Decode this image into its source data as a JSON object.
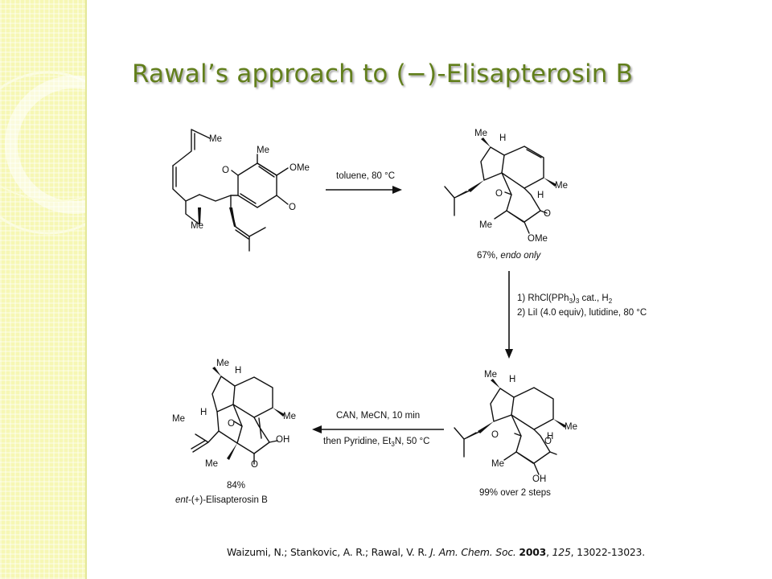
{
  "slide": {
    "title": "Rawal’s approach to (−)-Elisapterosin B",
    "colors": {
      "title": "#627f1c",
      "sidebar": "#f6f7b4",
      "ink": "#111111"
    }
  },
  "scheme": {
    "reactant": {
      "labels": {
        "me_top": "Me",
        "me_ring": "Me",
        "ome": "OMe",
        "o_left": "O",
        "o_bottom": "O",
        "me_bottom": "Me"
      }
    },
    "step1": {
      "conditions": "toluene, 80 °C"
    },
    "product1": {
      "labels": {
        "me_top": "Me",
        "h_top": "H",
        "me_right": "Me",
        "h_right": "H",
        "o_left": "O",
        "o_right": "O",
        "me_left": "Me",
        "ome": "OMe"
      },
      "yield_prefix": "67%, ",
      "yield_suffix": "endo only"
    },
    "step2": {
      "line1_prefix": "1) RhCl(PPh",
      "line1_sub1": "3",
      "line1_mid": ")",
      "line1_sub2": "3",
      "line1_cat": " cat., H",
      "line1_sub3": "2",
      "line2": "2) LiI (4.0 equiv), lutidine, 80 °C"
    },
    "product2": {
      "labels": {
        "me_top": "Me",
        "h_top": "H",
        "me_right": "Me",
        "h_right": "H",
        "o_left": "O",
        "o_right": "O",
        "me_left": "Me",
        "oh": "OH"
      },
      "yield": "99% over 2 steps"
    },
    "step3": {
      "line1": "CAN, MeCN, 10 min",
      "line2_prefix": "then Pyridine, Et",
      "line2_sub": "3",
      "line2_suffix": "N, 50 °C"
    },
    "product3": {
      "labels": {
        "me_top": "Me",
        "h_top": "H",
        "h_left": "H",
        "me_far_left": "Me",
        "me_right": "Me",
        "o_center": "O",
        "oh": "OH",
        "me_bottom": "Me",
        "o_bottom": "O"
      },
      "yield": "84%",
      "name_prefix": "ent",
      "name_suffix": "-(+)-Elisapterosin B"
    }
  },
  "citation": {
    "authors": "Waizumi, N.; Stankovic, A. R.; Rawal, V. R. ",
    "journal": "J. Am. Chem. Soc.",
    "year": "2003",
    "volume": "125",
    "pages": ", 13022-13023."
  }
}
